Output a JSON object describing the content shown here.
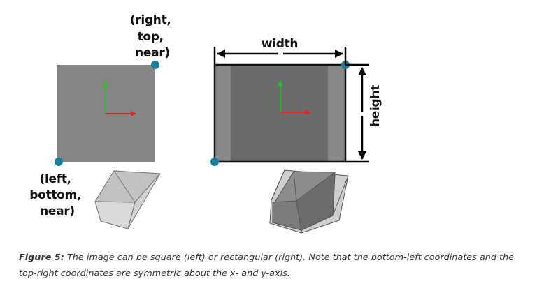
{
  "labels": {
    "corner_top_right": [
      "(right,",
      "top,",
      "near)"
    ],
    "corner_bottom_left": [
      "(left,",
      "bottom,",
      "near)"
    ],
    "width": "width",
    "height": "height"
  },
  "caption": {
    "figure_label": "Figure 5:",
    "text": "The image can be square (left) or rectangular (right). Note that the bottom-left coordinates and the top-right coordinates are symmetric about the x- and y-axis."
  },
  "colors": {
    "square_fill": "#858585",
    "rect_inner": "#6b6b6b",
    "rect_side": "#888888",
    "corner_dot": "#177e9e",
    "x_axis": "#e52222",
    "y_axis": "#22c322"
  },
  "icons": [
    "corner-dot",
    "x-axis-arrow",
    "y-axis-arrow",
    "dimension-arrow"
  ]
}
